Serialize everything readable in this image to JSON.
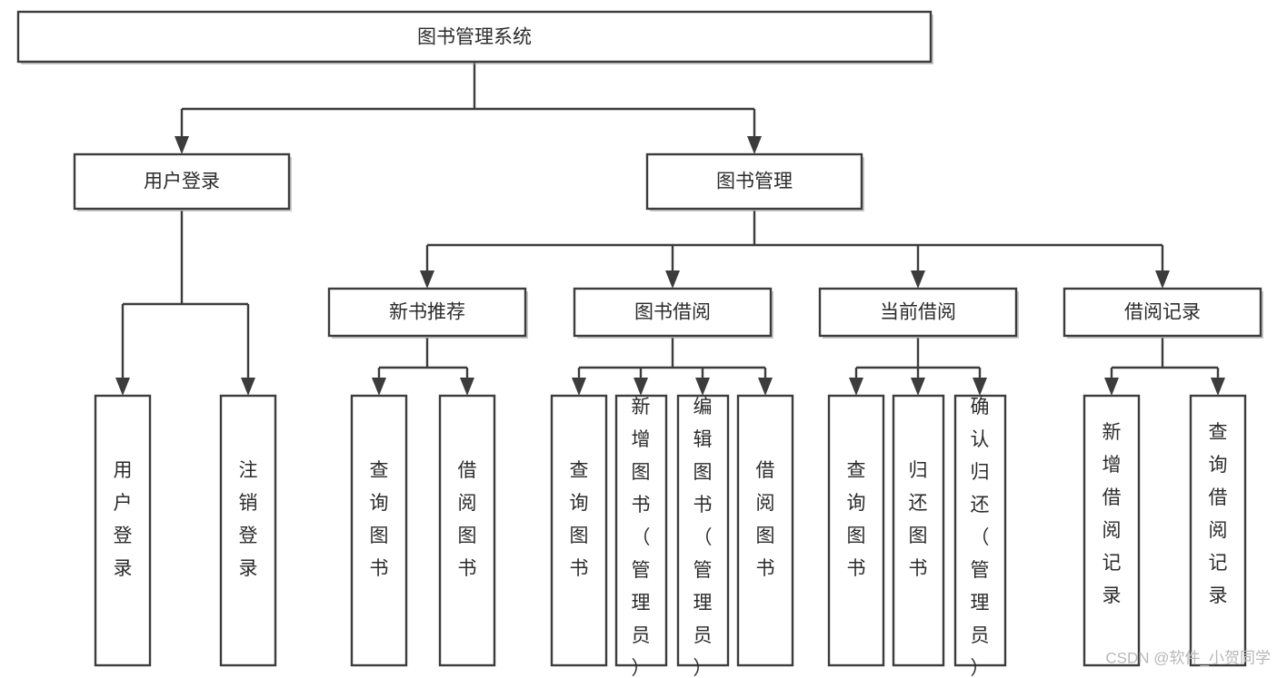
{
  "diagram": {
    "type": "tree-hierarchy",
    "title": "图书管理系统",
    "watermark": "CSDN @软件_小贺同学",
    "accent_color": "#3c3c3c",
    "background_color": "#ffffff",
    "nodes": {
      "root": {
        "label": "图书管理系统",
        "level": 0,
        "orientation": "horizontal"
      },
      "l1_0": {
        "label": "用户登录",
        "level": 1,
        "orientation": "horizontal"
      },
      "l1_1": {
        "label": "图书管理",
        "level": 1,
        "orientation": "horizontal"
      },
      "l2_0": {
        "label": "新书推荐",
        "level": 2,
        "orientation": "horizontal"
      },
      "l2_1": {
        "label": "图书借阅",
        "level": 2,
        "orientation": "horizontal"
      },
      "l2_2": {
        "label": "当前借阅",
        "level": 2,
        "orientation": "horizontal"
      },
      "l2_3": {
        "label": "借阅记录",
        "level": 2,
        "orientation": "horizontal"
      },
      "leaf_0": {
        "label": "用户登录",
        "level": 3,
        "orientation": "vertical"
      },
      "leaf_1": {
        "label": "注销登录",
        "level": 3,
        "orientation": "vertical"
      },
      "leaf_2": {
        "label": "查询图书",
        "level": 3,
        "orientation": "vertical"
      },
      "leaf_3": {
        "label": "借阅图书",
        "level": 3,
        "orientation": "vertical"
      },
      "leaf_4": {
        "label": "查询图书",
        "level": 3,
        "orientation": "vertical"
      },
      "leaf_5": {
        "label": "新增图书（管理员）",
        "level": 3,
        "orientation": "vertical"
      },
      "leaf_6": {
        "label": "编辑图书（管理员）",
        "level": 3,
        "orientation": "vertical"
      },
      "leaf_7": {
        "label": "借阅图书",
        "level": 3,
        "orientation": "vertical"
      },
      "leaf_8": {
        "label": "查询图书",
        "level": 3,
        "orientation": "vertical"
      },
      "leaf_9": {
        "label": "归还图书",
        "level": 3,
        "orientation": "vertical"
      },
      "leaf_10": {
        "label": "确认归还（管理员）",
        "level": 3,
        "orientation": "vertical"
      },
      "leaf_11": {
        "label": "新增借阅记录",
        "level": 3,
        "orientation": "vertical"
      },
      "leaf_12": {
        "label": "查询借阅记录",
        "level": 3,
        "orientation": "vertical"
      }
    },
    "edges": [
      {
        "from": "root",
        "to": "l1_0"
      },
      {
        "from": "root",
        "to": "l1_1"
      },
      {
        "from": "l1_0",
        "to": "leaf_0"
      },
      {
        "from": "l1_0",
        "to": "leaf_1"
      },
      {
        "from": "l1_1",
        "to": "l2_0"
      },
      {
        "from": "l1_1",
        "to": "l2_1"
      },
      {
        "from": "l1_1",
        "to": "l2_2"
      },
      {
        "from": "l1_1",
        "to": "l2_3"
      },
      {
        "from": "l2_0",
        "to": "leaf_2"
      },
      {
        "from": "l2_0",
        "to": "leaf_3"
      },
      {
        "from": "l2_1",
        "to": "leaf_4"
      },
      {
        "from": "l2_1",
        "to": "leaf_5"
      },
      {
        "from": "l2_1",
        "to": "leaf_6"
      },
      {
        "from": "l2_1",
        "to": "leaf_7"
      },
      {
        "from": "l2_2",
        "to": "leaf_8"
      },
      {
        "from": "l2_2",
        "to": "leaf_9"
      },
      {
        "from": "l2_2",
        "to": "leaf_10"
      },
      {
        "from": "l2_3",
        "to": "leaf_11"
      },
      {
        "from": "l2_3",
        "to": "leaf_12"
      }
    ]
  }
}
